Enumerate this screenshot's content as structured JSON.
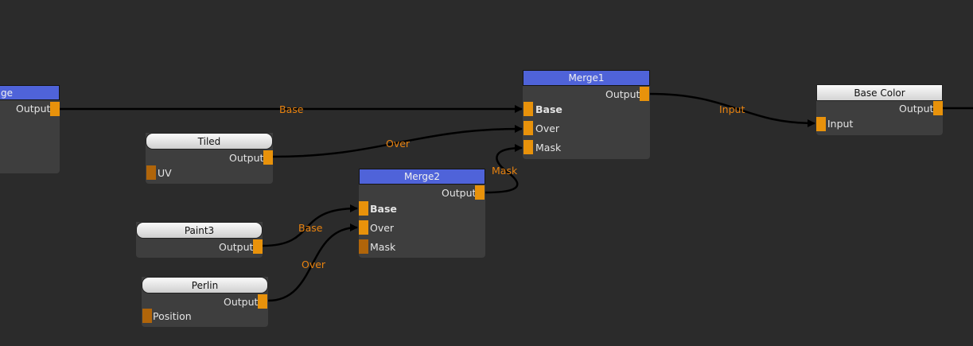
{
  "nodes": {
    "image": {
      "title": "ge",
      "output": "Output"
    },
    "merge1": {
      "title": "Merge1",
      "output": "Output",
      "inputs": [
        "Base",
        "Over",
        "Mask"
      ]
    },
    "base_color": {
      "title": "Base Color",
      "output": "Output",
      "inputs": [
        "Input"
      ]
    },
    "tiled": {
      "title": "Tiled",
      "output": "Output",
      "inputs": [
        "UV"
      ]
    },
    "merge2": {
      "title": "Merge2",
      "output": "Output",
      "inputs": [
        "Base",
        "Over",
        "Mask"
      ]
    },
    "paint3": {
      "title": "Paint3",
      "output": "Output"
    },
    "perlin": {
      "title": "Perlin",
      "output": "Output",
      "inputs": [
        "Position"
      ]
    }
  },
  "wire_labels": {
    "base_top": "Base",
    "over_top": "Over",
    "mask": "Mask",
    "input": "Input",
    "base_mid": "Base",
    "over_mid": "Over"
  },
  "colors": {
    "background": "#2b2b2b",
    "node_body": "#3e3e3e",
    "merge_header": "#4f63d9",
    "port": "#e8920b",
    "wire_label": "#e8820f",
    "wire": "#000000"
  }
}
